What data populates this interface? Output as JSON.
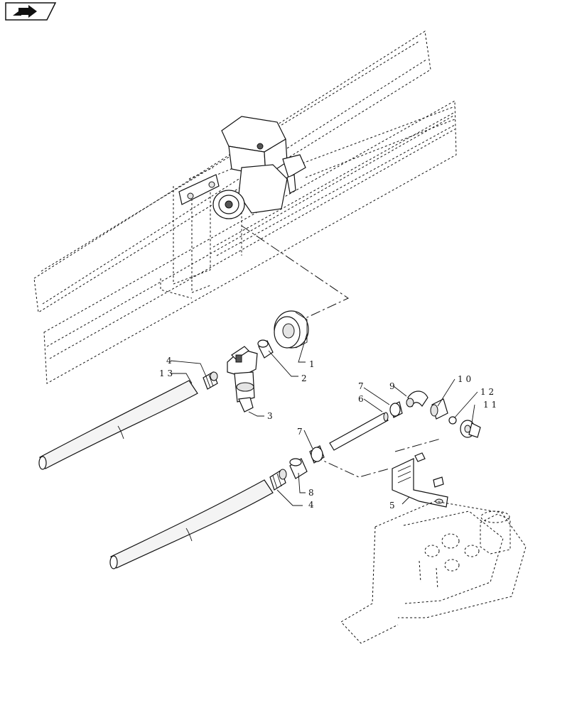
{
  "nav_icon": {
    "name": "next-page-arrow-icon",
    "color": "#111111"
  },
  "callouts": [
    {
      "id": "c1",
      "text": "1"
    },
    {
      "id": "c2",
      "text": "2"
    },
    {
      "id": "c3",
      "text": "3"
    },
    {
      "id": "c4a",
      "text": "4"
    },
    {
      "id": "c4b",
      "text": "4"
    },
    {
      "id": "c5",
      "text": "5"
    },
    {
      "id": "c6",
      "text": "6"
    },
    {
      "id": "c7a",
      "text": "7"
    },
    {
      "id": "c7b",
      "text": "7"
    },
    {
      "id": "c8",
      "text": "8"
    },
    {
      "id": "c9",
      "text": "9"
    },
    {
      "id": "c10",
      "text": "1 0"
    },
    {
      "id": "c11",
      "text": "1 1"
    },
    {
      "id": "c12",
      "text": "1 2"
    },
    {
      "id": "c13",
      "text": "1 3"
    }
  ]
}
